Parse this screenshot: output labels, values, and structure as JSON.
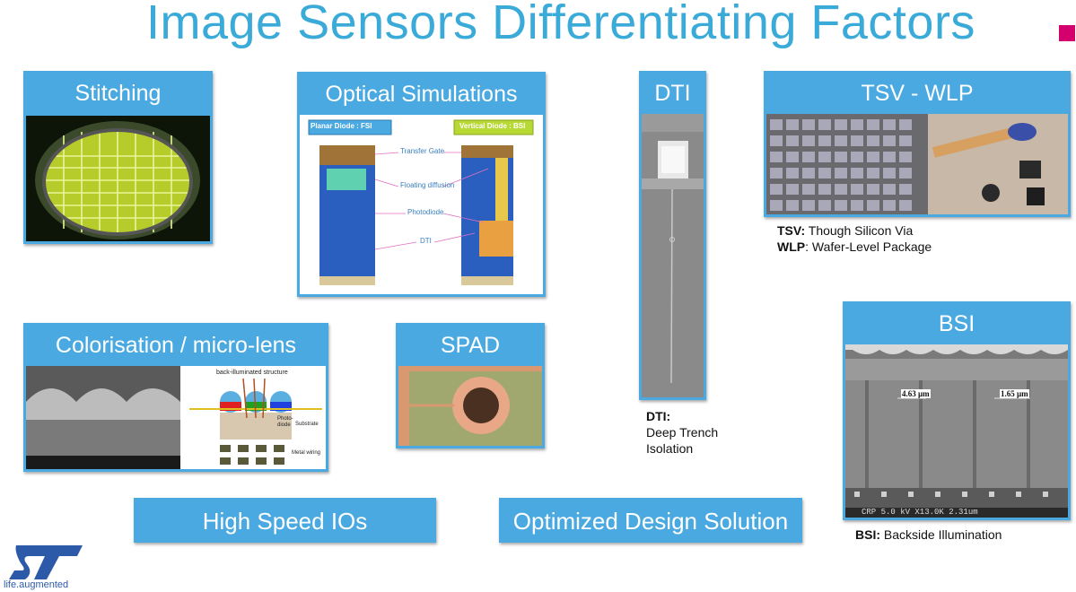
{
  "title": "Image Sensors Differentiating Factors",
  "panels": {
    "stitching": {
      "label": "Stitching"
    },
    "optical": {
      "label": "Optical Simulations",
      "badge_left": "Planar Diode : FSI",
      "badge_right": "Vertical Diode : BSI",
      "labels": [
        "Transfer Gate",
        "Floating diffusion",
        "Photodiode",
        "DTI"
      ]
    },
    "dti": {
      "label": "DTI"
    },
    "tsv": {
      "label": "TSV - WLP"
    },
    "colorisation": {
      "label": "Colorisation / micro-lens",
      "structure_label": "back-illuminated structure",
      "label_photo": "Photo-",
      "label_diode": "diode",
      "label_substrate": "Substrate",
      "label_wiring": "Metal wiring"
    },
    "spad": {
      "label": "SPAD"
    },
    "bsi": {
      "label": "BSI",
      "measure_left": "4.63 µm",
      "measure_right": "1.65 µm",
      "footer": "CRP  5.0 kV  X13.0K  2.31um"
    }
  },
  "bands": {
    "high_speed": "High Speed IOs",
    "optimized": "Optimized Design Solution"
  },
  "captions": {
    "tsv_abbr": "TSV:",
    "tsv_text": " Though Silicon Via",
    "wlp_abbr": "WLP",
    "wlp_text": ": Wafer-Level Package",
    "dti_abbr": "DTI:",
    "dti_line1": "Deep Trench",
    "dti_line2": "Isolation",
    "bsi_abbr": "BSI:",
    "bsi_text": " Backside Illumination"
  },
  "logo": {
    "text": "life.augmented"
  },
  "colors": {
    "accent": "#4aa9e0",
    "title": "#3aaad8",
    "mark": "#d4006d",
    "logo": "#2d5aa8"
  }
}
